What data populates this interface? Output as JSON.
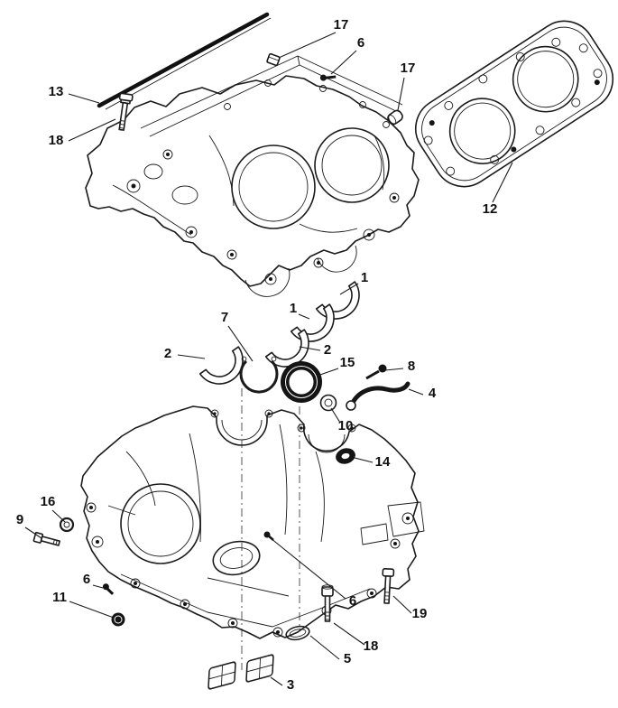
{
  "diagram": {
    "type": "exploded-parts-diagram",
    "colors": {
      "line": "#1b1b1b",
      "dark_fill": "#141414",
      "background": "#ffffff"
    },
    "callouts": [
      {
        "label": "17"
      },
      {
        "label": "6"
      },
      {
        "label": "17"
      },
      {
        "label": "13"
      },
      {
        "label": "18"
      },
      {
        "label": "12"
      },
      {
        "label": "1"
      },
      {
        "label": "1"
      },
      {
        "label": "2"
      },
      {
        "label": "2"
      },
      {
        "label": "7"
      },
      {
        "label": "15"
      },
      {
        "label": "8"
      },
      {
        "label": "4"
      },
      {
        "label": "10"
      },
      {
        "label": "14"
      },
      {
        "label": "16"
      },
      {
        "label": "9"
      },
      {
        "label": "6"
      },
      {
        "label": "11"
      },
      {
        "label": "6"
      },
      {
        "label": "19"
      },
      {
        "label": "18"
      },
      {
        "label": "5"
      },
      {
        "label": "3"
      }
    ]
  }
}
